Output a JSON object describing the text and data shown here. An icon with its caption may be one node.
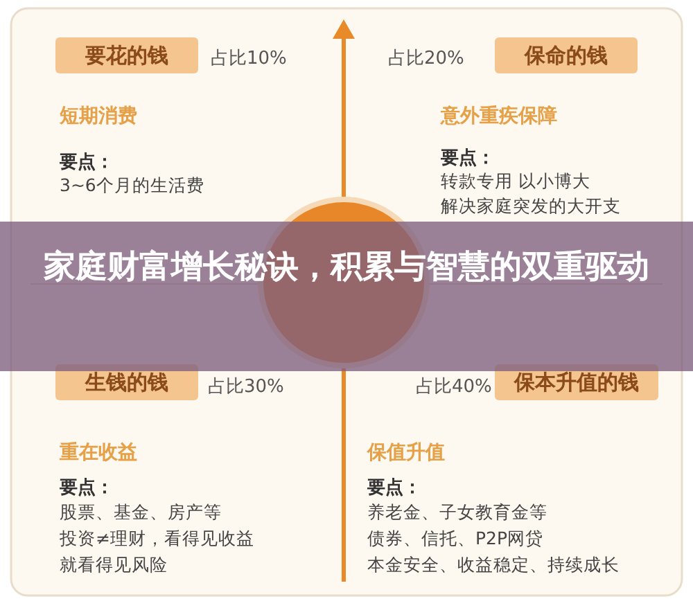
{
  "diagram": {
    "title": "家庭财富增长秘诀，积累与智慧的双重驱动",
    "nodes": [
      {
        "text": [
          "要花的钱"
        ],
        "beside": [
          "占比10%"
        ]
      },
      {
        "text": [
          "保命的钱"
        ],
        "beside": [
          "占比20%"
        ]
      },
      {
        "text": [],
        "shape": "circle"
      },
      {
        "text": [
          "生钱的钱"
        ],
        "beside": [
          "占比30%"
        ]
      },
      {
        "text": [
          "保本升值的钱"
        ],
        "beside": [
          "占比40%"
        ]
      }
    ],
    "edges": [],
    "labels": [
      "短期消费",
      "要点：",
      "3~6个月的生活费",
      "意外重疾保障",
      "要点：",
      "转款专用 以小博大",
      "解决家庭突发的大开支",
      "重在收益",
      "要点：",
      "股票、基金、房产等",
      "投资≠理财，看得见收益",
      "就看得见风险",
      "保值升值",
      "要点：",
      "养老金、子女教育金等",
      "债券、信托、P2P网贷",
      "本金安全、收益稳定、持续成长"
    ]
  }
}
